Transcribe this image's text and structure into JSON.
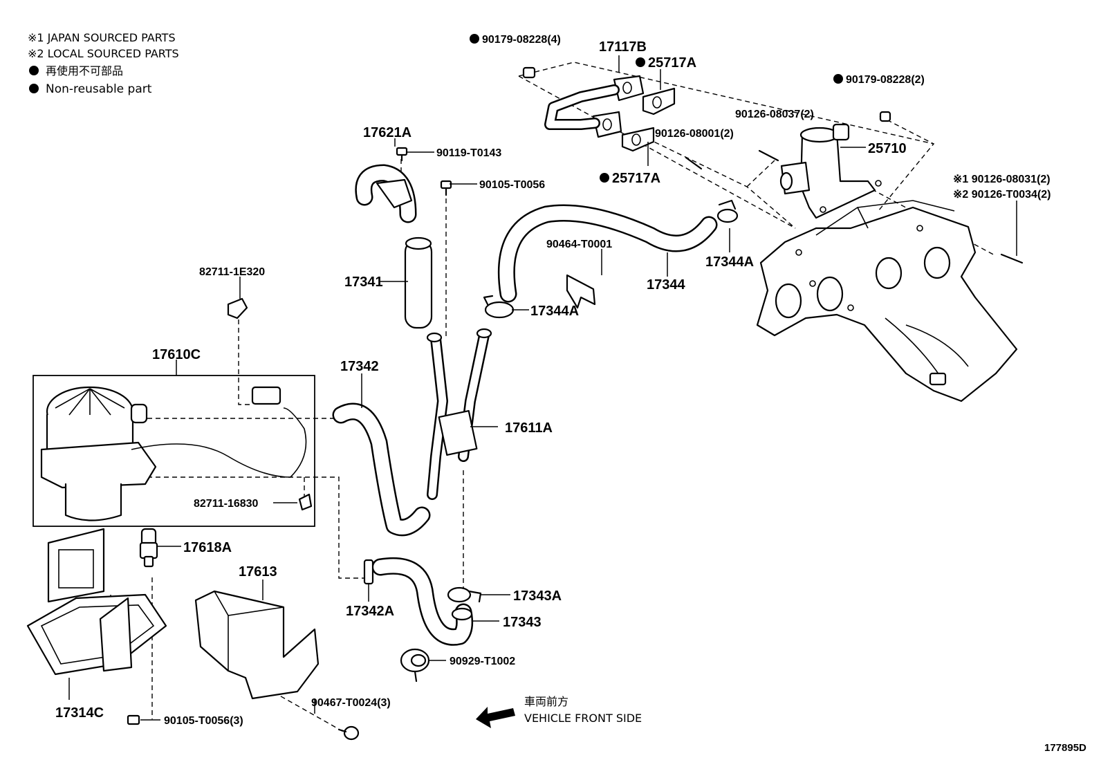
{
  "legend": {
    "line1": "※1 JAPAN SOURCED PARTS",
    "line2": "※2 LOCAL SOURCED PARTS",
    "line3": "再使用不可部品",
    "line4": "Non-reusable part"
  },
  "labels": {
    "p90179_08228_4": "90179-08228(4)",
    "p17117B": "17117B",
    "p25717A_top": "25717A",
    "p90179_08228_2": "90179-08228(2)",
    "p90126_08037": "90126-08037(2)",
    "p25710": "25710",
    "p90126_08001": "90126-08001(2)",
    "p25717A_mid": "25717A",
    "p90126_08031": "※1 90126-08031(2)",
    "p90126_T0034": "※2 90126-T0034(2)",
    "p17621A": "17621A",
    "p90119_T0143": "90119-T0143",
    "p90105_T0056": "90105-T0056",
    "p17344A_right": "17344A",
    "p90464_T0001": "90464-T0001",
    "p17344": "17344",
    "p17341": "17341",
    "p17344A_mid": "17344A",
    "p82711_1E320": "82711-1E320",
    "p17610C": "17610C",
    "p17342": "17342",
    "p17611A": "17611A",
    "p82711_16830": "82711-16830",
    "p17618A": "17618A",
    "p17613": "17613",
    "p17343A": "17343A",
    "p17342A": "17342A",
    "p17343": "17343",
    "p90929_T1002": "90929-T1002",
    "p17314C": "17314C",
    "p90105_T0056_3": "90105-T0056(3)",
    "p90467_T0024": "90467-T0024(3)"
  },
  "front": {
    "jp": "車両前方",
    "en": "VEHICLE FRONT SIDE"
  },
  "figure_id": "177895D",
  "icons": [
    "non-reusable-dot-icon",
    "front-arrow-icon"
  ]
}
